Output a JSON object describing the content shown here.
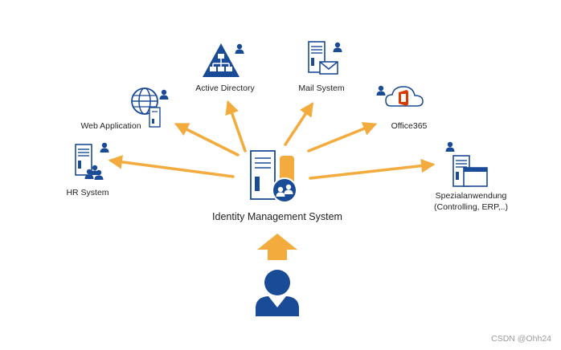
{
  "diagram": {
    "center_label": "Identity Management System",
    "nodes": {
      "active_directory": "Active Directory",
      "mail_system": "Mail System",
      "web_application": "Web Application",
      "office365": "Office365",
      "hr_system": "HR System",
      "special_line1": "Spezialanwendung",
      "special_line2": "(Controlling, ERP,..)"
    }
  },
  "watermark": "CSDN @Ohh24",
  "colors": {
    "icon_blue": "#1a4b96",
    "arrow_orange": "#f2ab3c",
    "office_red": "#d83b01"
  }
}
